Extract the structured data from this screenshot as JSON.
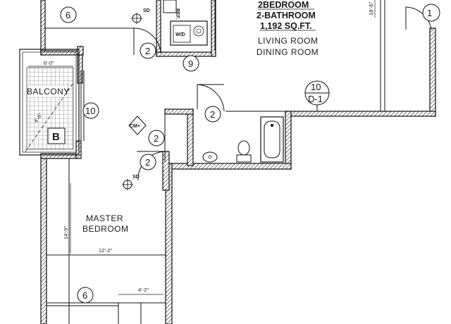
{
  "title": {
    "line1": "2BEDROOM",
    "line2": "2-BATHROOM",
    "line3": "1,192 SQ.FT."
  },
  "rooms": {
    "living": "LIVING ROOM",
    "dining": "DINING ROOM",
    "balcony": "BALCONY",
    "master_line1": "MASTER",
    "master_line2": "BEDROOM"
  },
  "dimensions": {
    "balcony_width": "6'-0\"",
    "balcony_diag": "4'-6\"",
    "living_depth": "18'-6\"",
    "master_depth": "14'-9\"",
    "master_width": "12'-2\"",
    "closet_width": "4'-2\""
  },
  "tags": {
    "door_top_left": "6",
    "door_bath_entry": "2",
    "appliance": "9",
    "balcony_door": "10",
    "hall_a": "2",
    "hall_b": "2",
    "bath_door": "2",
    "closet_door": "6",
    "corner_right": "1",
    "detail_num": "10",
    "detail_ref": "D-1",
    "smoke_a": "SD",
    "smoke_b": "SD",
    "cm": "CM+",
    "b_mark": "B",
    "ref": "REF.",
    "wd": "W/D"
  }
}
